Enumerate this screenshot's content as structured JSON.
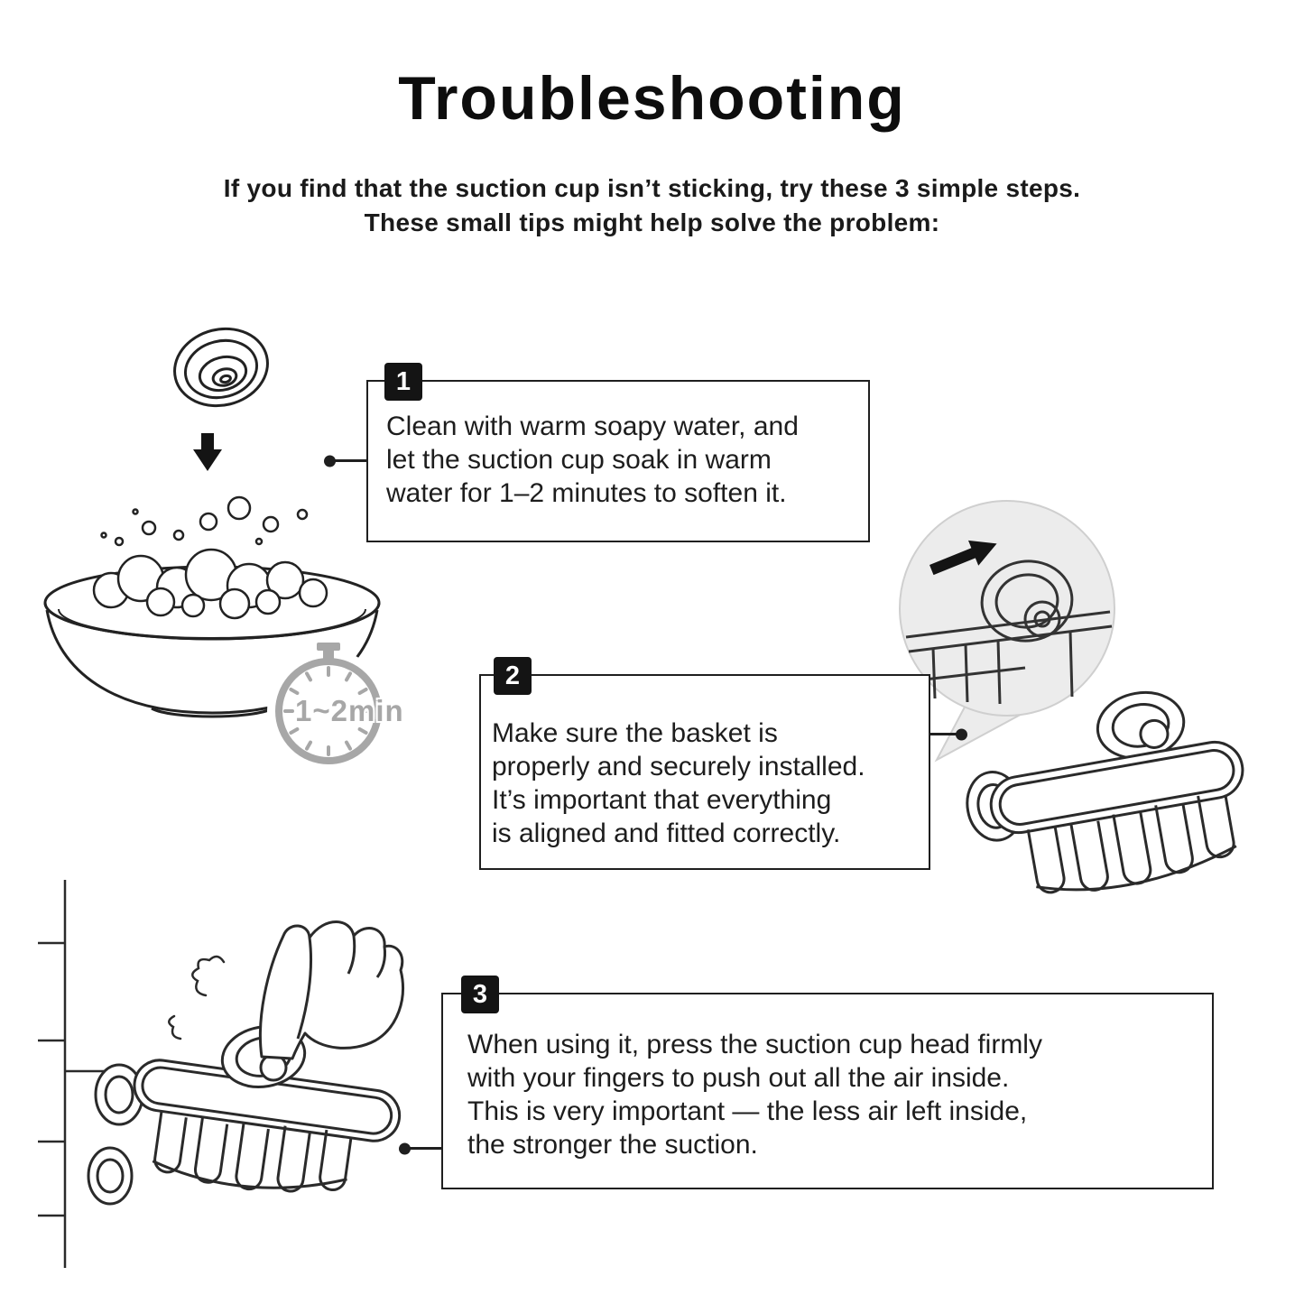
{
  "page": {
    "title": "Troubleshooting",
    "intro": "If you find that the suction cup isn’t sticking, try these 3 simple steps.\nThese small tips might help solve the problem:"
  },
  "steps": [
    {
      "number": "1",
      "text": "Clean with warm soapy water, and\nlet the suction cup soak in warm\nwater for 1–2 minutes to soften it."
    },
    {
      "number": "2",
      "text": "Make sure the basket is\nproperly and securely installed.\nIt’s important that everything\nis aligned and fitted correctly."
    },
    {
      "number": "3",
      "text": "When using it, press the suction cup head firmly\nwith your fingers to push out all the air inside.\nThis is very important — the less air left inside,\nthe stronger the suction."
    }
  ],
  "timer": {
    "label": "1~2min"
  },
  "illustrations": {
    "soak": "suction-cup-dropping-into-bowl-of-soapy-water",
    "zoom": "close-up-of-suction-cup-on-basket-rail-with-arrow",
    "basket": "wire-basket-with-suction-cups",
    "press": "finger-pressing-suction-cup-on-wall-mounted-basket"
  },
  "colors": {
    "ink": "#1d1d1d",
    "timer_gray": "#a7a7a7",
    "callout_fill": "#ececec",
    "badge_bg": "#141414",
    "badge_text": "#ffffff"
  }
}
